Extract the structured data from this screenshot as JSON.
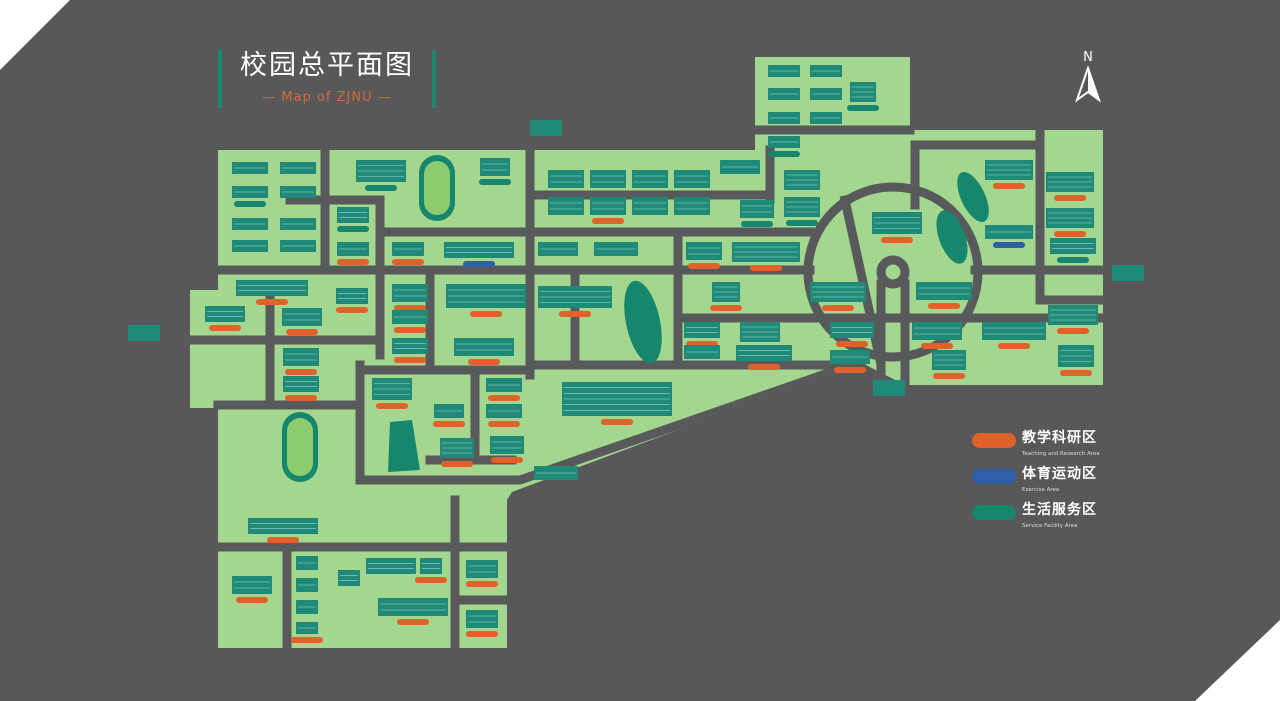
{
  "header": {
    "title": "校园总平面图",
    "subtitle": "Map of ZJNU"
  },
  "compass": {
    "label": "N"
  },
  "legend": {
    "items": [
      {
        "cn": "教学科研区",
        "en": "Teaching and Research Area",
        "color": "#e0622a"
      },
      {
        "cn": "体育运动区",
        "en": "Exercise Area",
        "color": "#2f5fa6"
      },
      {
        "cn": "生活服务区",
        "en": "Service Facility Area",
        "color": "#16876d"
      }
    ]
  },
  "colors": {
    "background": "#58585a",
    "campus": "#a3d78f",
    "road": "#58595b",
    "building": "#1f8a78",
    "accent": "#1a8a6c"
  }
}
